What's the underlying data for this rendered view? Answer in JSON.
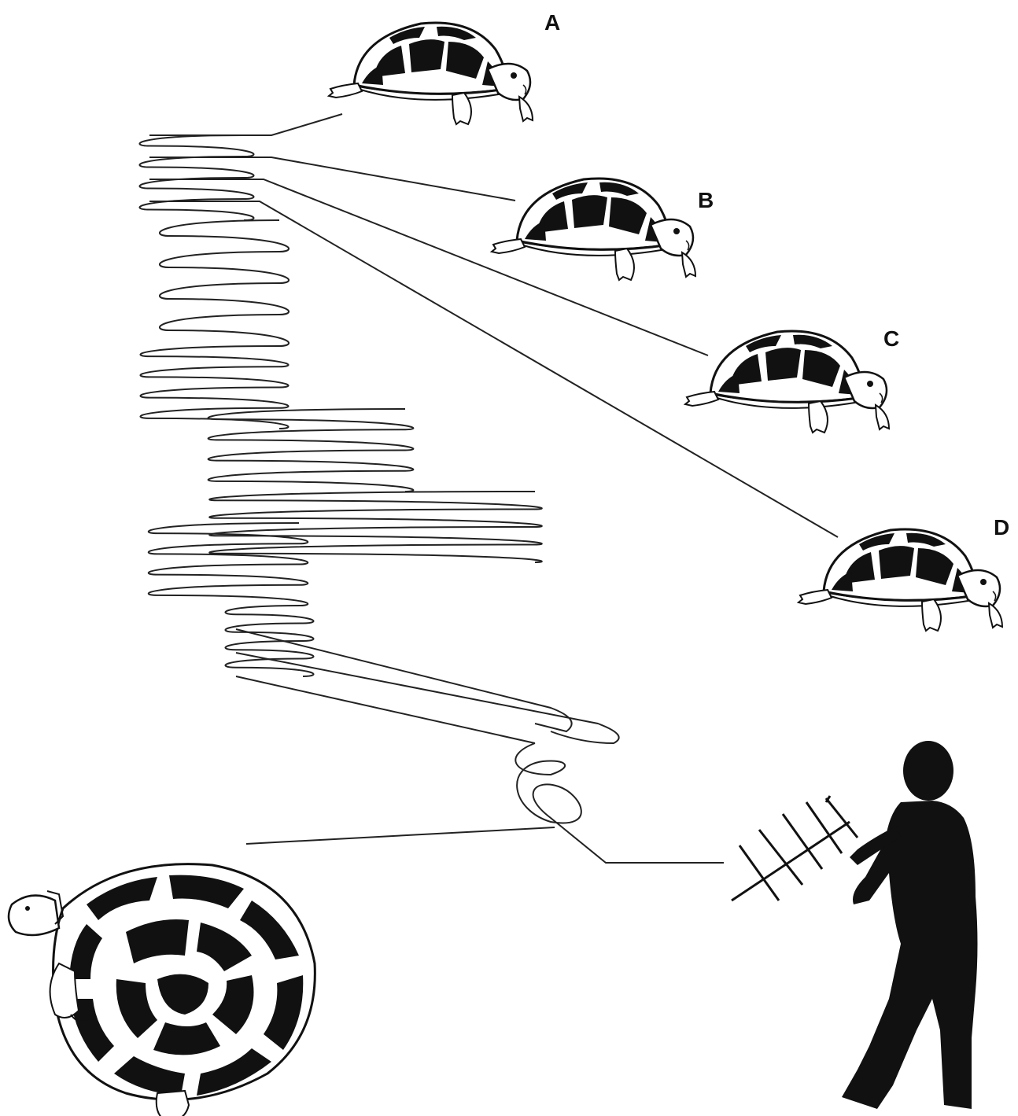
{
  "diagram": {
    "labels": {
      "a": "A",
      "b": "B",
      "c": "C",
      "d": "D"
    },
    "icons": {
      "tortoise_small": "tortoise-side-view-icon",
      "tortoise_large": "tortoise-top-view-icon",
      "person": "person-with-antenna-silhouette-icon",
      "antenna": "yagi-antenna-icon"
    },
    "colors": {
      "ink": "#111111",
      "background": "#ffffff"
    }
  }
}
